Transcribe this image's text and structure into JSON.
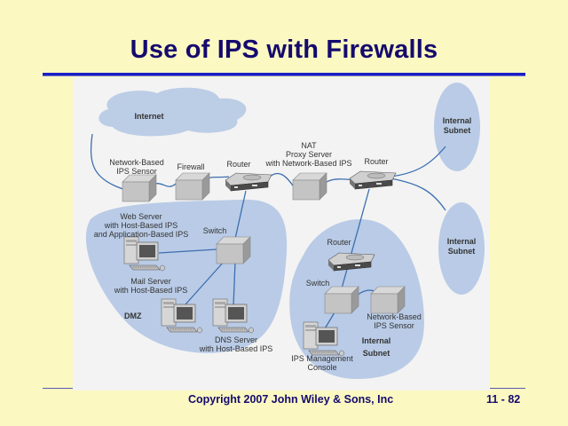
{
  "slide": {
    "title": "Use of IPS with Firewalls",
    "footer": {
      "copyright": "Copyright 2007 John Wiley & Sons, Inc",
      "page_number": "11 - 82"
    }
  },
  "diagram": {
    "zones": {
      "internet": "Internet",
      "dmz": "DMZ",
      "internal_subnet_big": [
        "Internal",
        "Subnet"
      ],
      "internal_subnet_top": [
        "Internal",
        "Subnet"
      ],
      "internal_subnet_right": [
        "Internal",
        "Subnet"
      ]
    },
    "devices": {
      "nb_ips_sensor": [
        "Network-Based",
        "IPS Sensor"
      ],
      "firewall": "Firewall",
      "router_1": "Router",
      "nat_proxy": [
        "NAT",
        "Proxy Server",
        "with Network-Based IPS"
      ],
      "router_2": "Router",
      "switch_dmz": "Switch",
      "web_server": [
        "Web Server",
        "with Host-Based IPS",
        "and Application-Based IPS"
      ],
      "mail_server": [
        "Mail Server",
        "with Host-Based IPS"
      ],
      "dns_server": [
        "DNS Server",
        "with Host-Based IPS"
      ],
      "router_internal": "Router",
      "switch_internal": "Switch",
      "nb_ips_sensor_internal": [
        "Network-Based",
        "IPS Sensor"
      ],
      "ips_console": [
        "IPS Management",
        "Console"
      ]
    }
  }
}
